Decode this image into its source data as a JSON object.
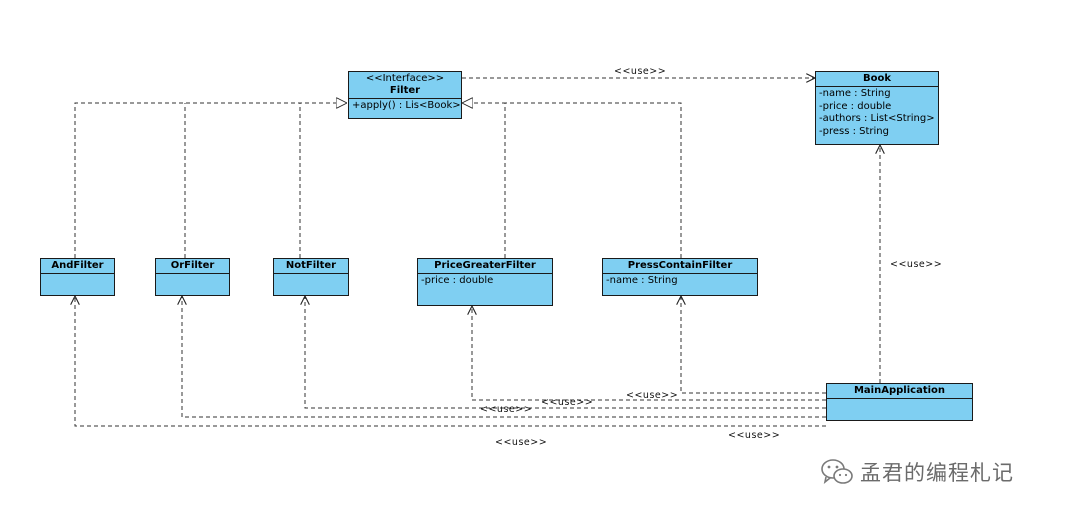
{
  "classes": {
    "filter": {
      "stereotype": "<<Interface>>",
      "name": "Filter",
      "ops": [
        "+apply() : Lis<Book>"
      ]
    },
    "book": {
      "name": "Book",
      "attrs": [
        "-name : String",
        "-price : double",
        "-authors : List<String>",
        "-press : String"
      ]
    },
    "and_filter": {
      "name": "AndFilter"
    },
    "or_filter": {
      "name": "OrFilter"
    },
    "not_filter": {
      "name": "NotFilter"
    },
    "price_greater_filter": {
      "name": "PriceGreaterFilter",
      "attrs": [
        "-price : double"
      ]
    },
    "press_contain_filter": {
      "name": "PressContainFilter",
      "attrs": [
        "-name : String"
      ]
    },
    "main_application": {
      "name": "MainApplication"
    }
  },
  "relations": {
    "use_labels": [
      "<<use>>",
      "<<use>>",
      "<<use>>",
      "<<use>>",
      "<<use>>",
      "<<use>>",
      "<<use>>"
    ]
  },
  "watermark": {
    "text": "孟君的编程札记",
    "icon": "wechat-icon"
  }
}
